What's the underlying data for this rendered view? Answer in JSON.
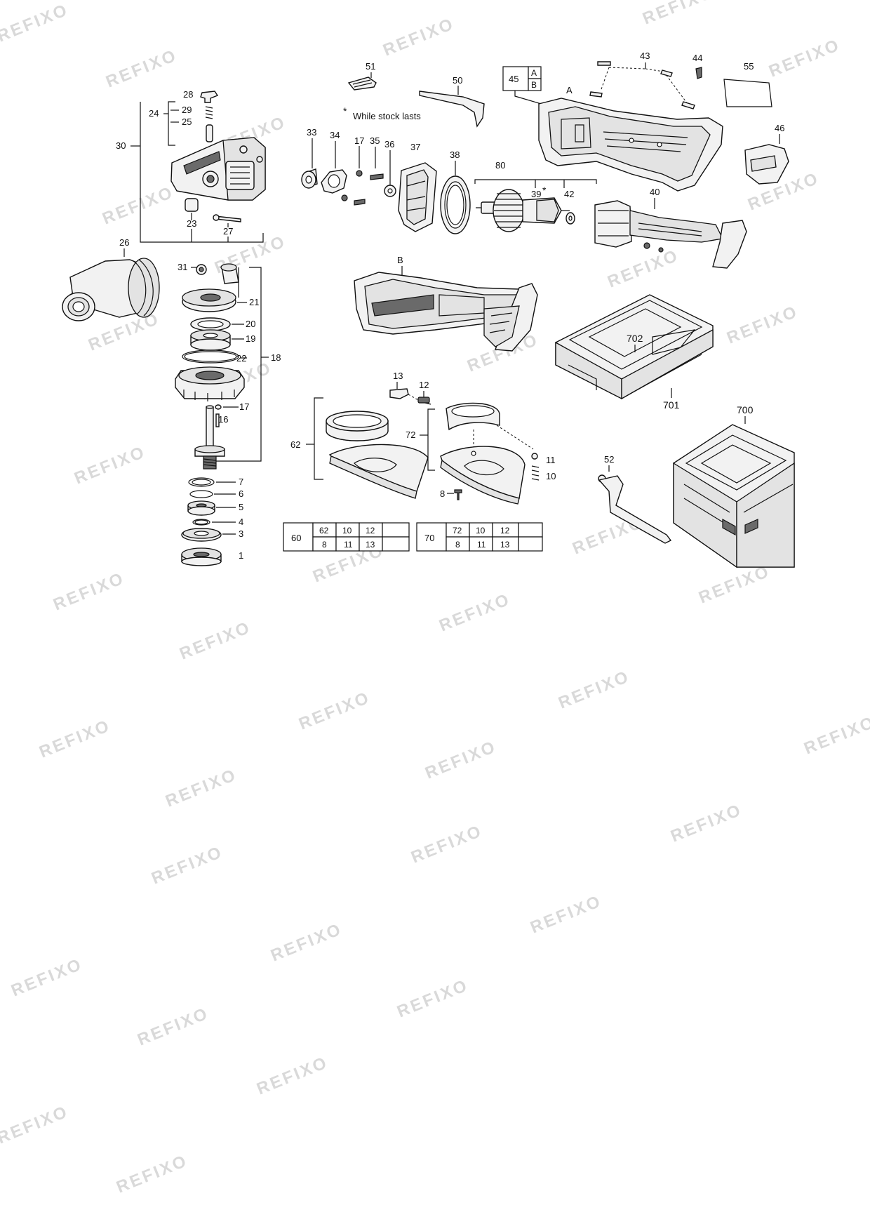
{
  "watermark": "REFIXO",
  "note": "While stock lasts",
  "note_star": "*",
  "boxes": {
    "b45": {
      "main": "45",
      "top": "A",
      "bottom": "B"
    },
    "b60": {
      "main": "60",
      "row1": [
        "62",
        "10",
        "12",
        ""
      ],
      "row2": [
        "8",
        "11",
        "13",
        ""
      ]
    },
    "b70": {
      "main": "70",
      "row1": [
        "72",
        "10",
        "12",
        ""
      ],
      "row2": [
        "8",
        "11",
        "13",
        ""
      ]
    }
  },
  "labels": {
    "p1": "1",
    "p3": "3",
    "p4": "4",
    "p5": "5",
    "p6": "6",
    "p7": "7",
    "p8": "8",
    "p10": "10",
    "p11": "11",
    "p12": "12",
    "p13": "13",
    "p16": "16",
    "p17a": "17",
    "p17b": "17",
    "p18": "18",
    "p19": "19",
    "p20": "20",
    "p21": "21",
    "p22": "22",
    "p23": "23",
    "p24": "24",
    "p25": "25",
    "p26": "26",
    "p27": "27",
    "p28": "28",
    "p29": "29",
    "p30": "30",
    "p31": "31",
    "p33": "33",
    "p34": "34",
    "p35": "35",
    "p36": "36",
    "p37": "37",
    "p38": "38",
    "p39": "39",
    "p39star": "*",
    "p40": "40",
    "p42": "42",
    "p43": "43",
    "p44": "44",
    "p46": "46",
    "p50": "50",
    "p51": "51",
    "p52": "52",
    "p55": "55",
    "p62": "62",
    "p72": "72",
    "p80": "80",
    "p700": "700",
    "p701": "701",
    "p702": "702",
    "pA": "A",
    "pB": "B"
  }
}
